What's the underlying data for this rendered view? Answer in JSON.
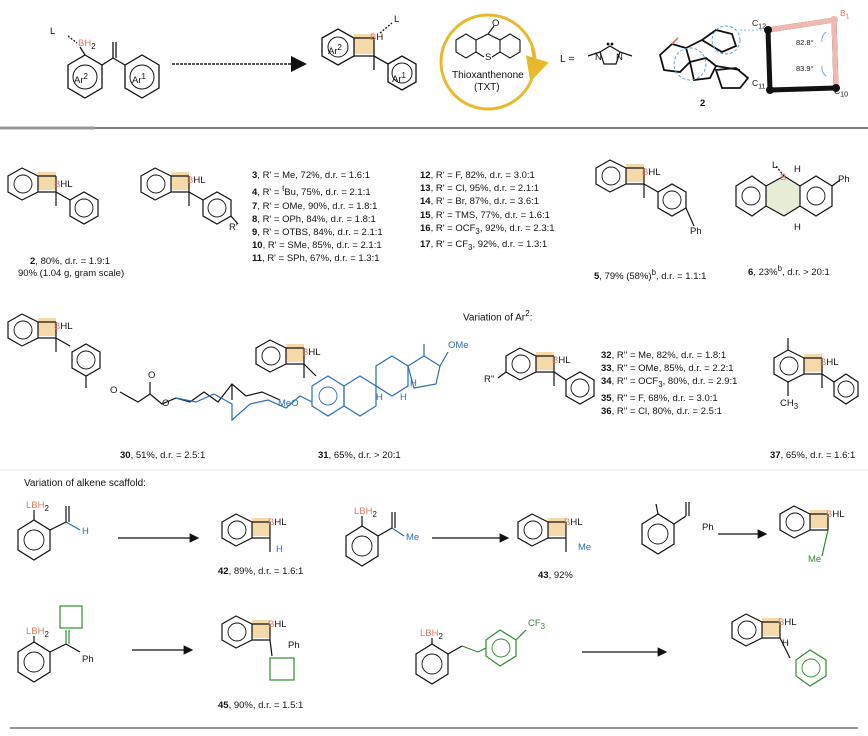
{
  "header": {
    "reactant_bh2": "BH",
    "reactant_bh2_sub": "2",
    "L": "L",
    "ar2": "Ar",
    "ar2_sup": "2",
    "ar1": "Ar",
    "ar1_sup": "1",
    "product_ar2": "Ar",
    "product_ar2_sup": "2",
    "product_b": "B",
    "product_h": "H",
    "product_L": "L",
    "product_ar1": "Ar",
    "product_ar1_sup": "1",
    "catalyst_name": "Thioxanthenone",
    "catalyst_abbr": "(TXT)",
    "catalyst_s": "S",
    "catalyst_o": "O",
    "L_equals": "L =",
    "carbene_n1": "N",
    "carbene_n2": "N",
    "xray_label": "2",
    "c12": "C",
    "c12_sub": "12",
    "c11": "C",
    "c11_sub": "11",
    "c10": "C",
    "c10_sub": "10",
    "b1": "B",
    "b1_sub": "1",
    "angle1": "82.8°",
    "angle2": "83.9°"
  },
  "row1": {
    "c2": {
      "num": "2",
      "line1": ", 80%, d.r. = 1.9:1",
      "line2": "90% (1.04 g,  gram scale)"
    },
    "c5": {
      "num": "5",
      "text": ", 79% (58%)",
      "sup": "b",
      "tail": ", d.r. = 1.1:1"
    },
    "c6": {
      "num": "6",
      "text": ", 23%",
      "sup": "b",
      "tail": ", d.r. > 20:1"
    },
    "ph_label": "Ph",
    "rprime": "R'",
    "list_left": [
      {
        "num": "3",
        "text": ", R' = Me, 72%, d.r. = 1.6:1"
      },
      {
        "num": "4",
        "text": ", R' = ",
        "sup": "t",
        "tail": "Bu, 75%, d.r. = 2.1:1"
      },
      {
        "num": "7",
        "text": ",  R' = OMe, 90%, d.r. = 1.8:1"
      },
      {
        "num": "8",
        "text": ",  R' = OPh, 84%, d.r. = 1.8:1"
      },
      {
        "num": "9",
        "text": ",  R' = OTBS, 84%, d.r. = 2.1:1"
      },
      {
        "num": "10",
        "text": ",  R' = SMe, 85%, d.r. = 2.1:1"
      },
      {
        "num": "11",
        "text": ",  R' = SPh, 67%, d.r. = 1.3:1"
      }
    ],
    "list_right": [
      {
        "num": "12",
        "text": ",  R' = F, 82%, d.r. = 3.0:1"
      },
      {
        "num": "13",
        "text": ",  R' = Cl, 95%, d.r. = 2.1:1"
      },
      {
        "num": "14",
        "text": ",  R' = Br, 87%, d.r. = 3.6:1"
      },
      {
        "num": "15",
        "text": ",  R' = TMS, 77%, d.r. = 1.6:1"
      },
      {
        "num": "16",
        "text": ",  R' = OCF",
        "sub": "3",
        "tail": ", 92%, d.r. = 2.3:1"
      },
      {
        "num": "17",
        "text": ",  R' = CF",
        "sub": "3",
        "tail": ", 92%, d.r. = 1.3:1"
      }
    ]
  },
  "row2": {
    "c30": {
      "num": "30",
      "text": ", 51%, d.r. = 2.5:1"
    },
    "c31": {
      "num": "31",
      "text": ", 65%, d.r. > 20:1"
    },
    "c37": {
      "num": "37",
      "text": ", 65%, d.r. = 1.6:1"
    },
    "variation_ar2": "Variation of Ar",
    "variation_ar2_sup": "2",
    "variation_ar2_tail": ":",
    "meo": "MeO",
    "ome": "OMe",
    "h": "H",
    "rdouble": "R''",
    "ch3": "CH",
    "ch3_sub": "3",
    "list": [
      {
        "num": "32",
        "text": ", R'' = Me, 82%, d.r. = 1.8:1"
      },
      {
        "num": "33",
        "text": ", R'' = OMe, 85%, d.r. = 2.2:1"
      },
      {
        "num": "34",
        "text": ", R'' = OCF",
        "sub": "3",
        "tail": ", 80%, d.r. = 2.9:1"
      },
      {
        "num": "35",
        "text": ", R'' = F, 68%, d.r. = 3.0:1"
      },
      {
        "num": "36",
        "text": ", R'' = Cl, 80%, d.r. = 2.5:1"
      }
    ]
  },
  "row3": {
    "variation_alkene": "Variation of alkene scaffold:",
    "lbh2": "LBH",
    "lbh2_sub": "2",
    "h": "H",
    "me": "Me",
    "ph": "Ph",
    "c42": {
      "num": "42",
      "text": ", 89%, d.r. = 1.6:1"
    },
    "c43": {
      "num": "43",
      "text": ", 92%"
    }
  },
  "row4": {
    "lbh2": "LBH",
    "lbh2_sub": "2",
    "ph": "Ph",
    "h": "H",
    "cf3": "CF",
    "cf3_sub": "3",
    "c45": {
      "num": "45",
      "text": ", 90%, d.r. = 1.5:1"
    }
  },
  "bhl": "BHL",
  "colors": {
    "boron": "#e07a5f",
    "blue": "#2a6fb5",
    "green": "#2e8b2e",
    "ring": "#f5d9a8",
    "catalyst_ring": "#e8b92e"
  }
}
